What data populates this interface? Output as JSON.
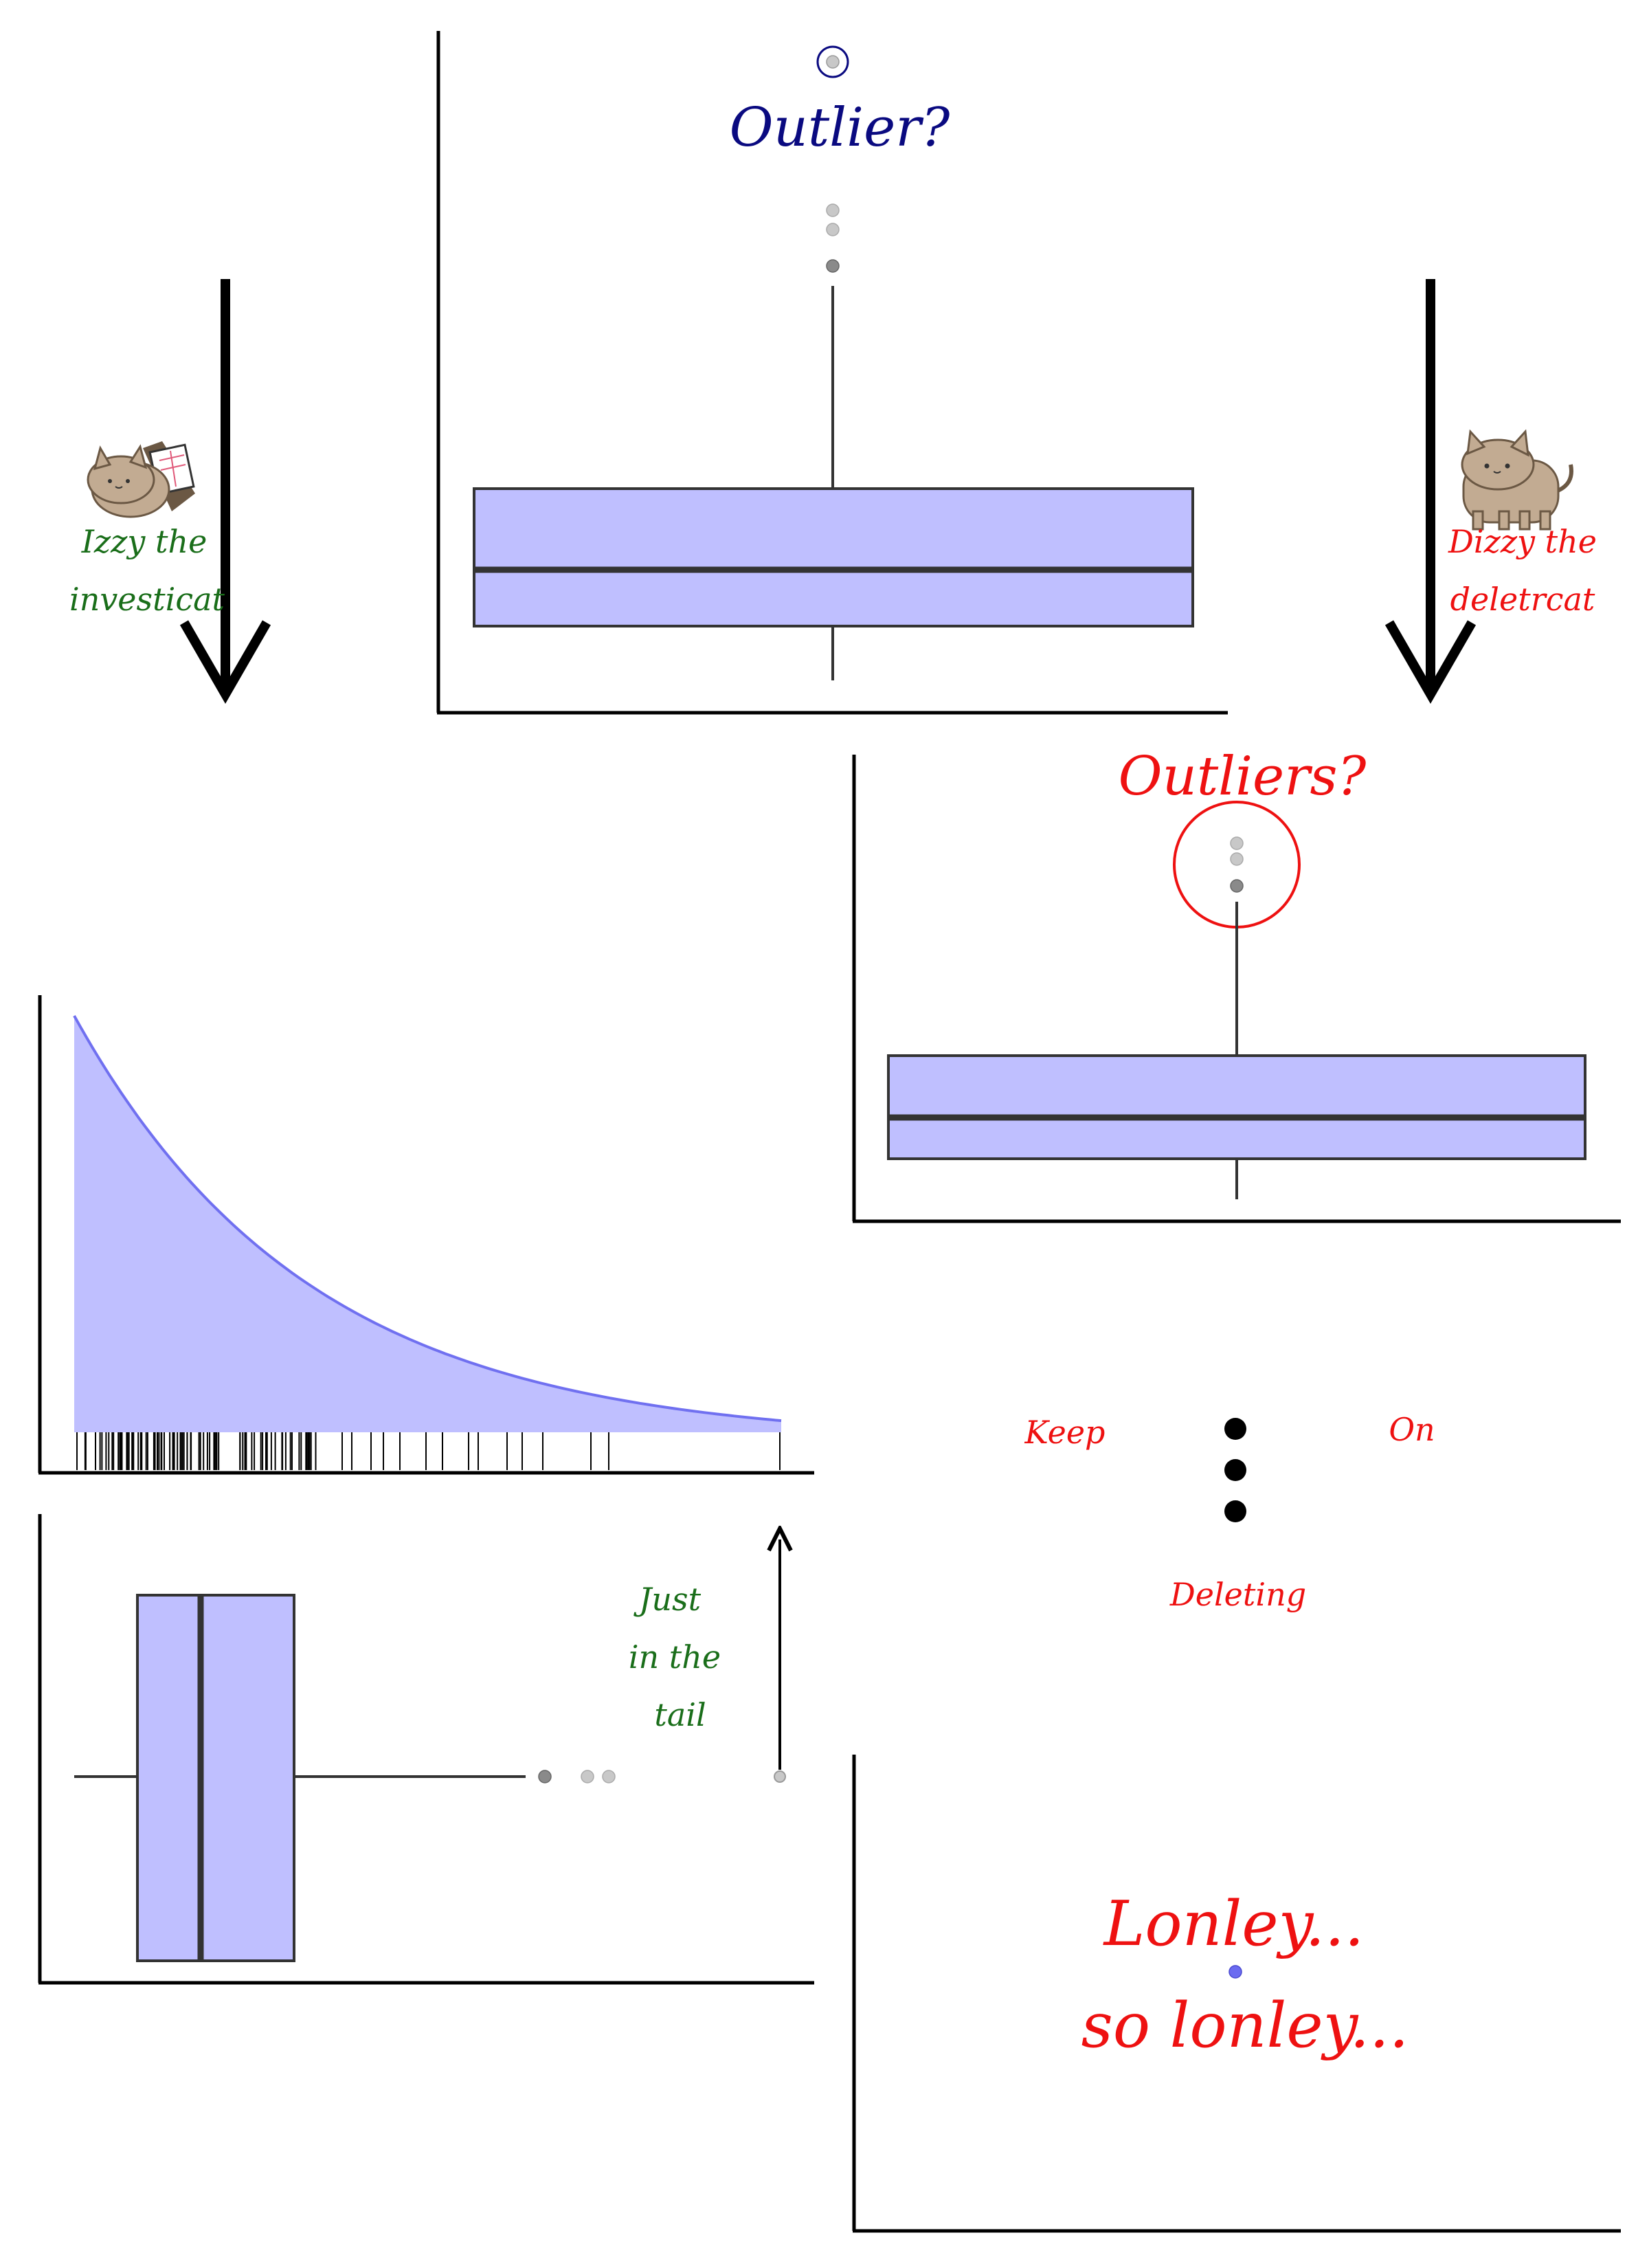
{
  "colors": {
    "box_fill": "#bfbfff",
    "box_stroke": "#333333",
    "density_line": "#7070f0",
    "navy_text": "#0a0a80",
    "red_text": "#ee1111",
    "green_text": "#1a6e1a",
    "outlier_light": "#c8c8c8",
    "outlier_dark": "#8a8a8a",
    "lonely_point": "#6b6bf0"
  },
  "icons": {
    "izzy": "cat-with-laptop-icon",
    "dizzy": "standing-cat-icon"
  },
  "panels": {
    "top": {
      "title": "Outlier?"
    },
    "right": {
      "title": "Outliers?"
    },
    "lonely": {
      "line1": "Lonley...",
      "line2": "so lonley..."
    }
  },
  "captions": {
    "izzy_line1": "Izzy the",
    "izzy_line2": "investicat",
    "dizzy_line1": "Dizzy the",
    "dizzy_line2": "deletrcat",
    "tail_line1": "Just",
    "tail_line2": "in the",
    "tail_line3": "tail",
    "keep": "Keep",
    "on": "On",
    "deleting": "Deleting"
  },
  "chart_data": [
    {
      "type": "boxplot",
      "orientation": "vertical",
      "median": 0.38,
      "q1": 0.2,
      "q3": 0.58,
      "whisker_low": 0.08,
      "whisker_high": 1.05,
      "outliers": [
        1.1,
        1.15,
        1.18,
        2.0
      ]
    },
    {
      "type": "boxplot",
      "orientation": "vertical",
      "median": 0.38,
      "q1": 0.2,
      "q3": 0.58,
      "whisker_low": 0.08,
      "whisker_high": 1.05,
      "outliers": [
        1.1,
        1.15,
        1.18
      ]
    },
    {
      "type": "area",
      "description_of": "exponential density with rug",
      "rate": 1,
      "xlim": [
        0,
        2.0
      ]
    },
    {
      "type": "boxplot",
      "orientation": "horizontal",
      "median": 0.38,
      "q1": 0.2,
      "q3": 0.65,
      "whisker_low": 0.0,
      "whisker_high": 1.3,
      "outliers": [
        1.35,
        1.47,
        1.53,
        2.0
      ]
    },
    {
      "type": "scatter",
      "x": [
        0.5
      ],
      "y": [
        0.5
      ]
    }
  ]
}
